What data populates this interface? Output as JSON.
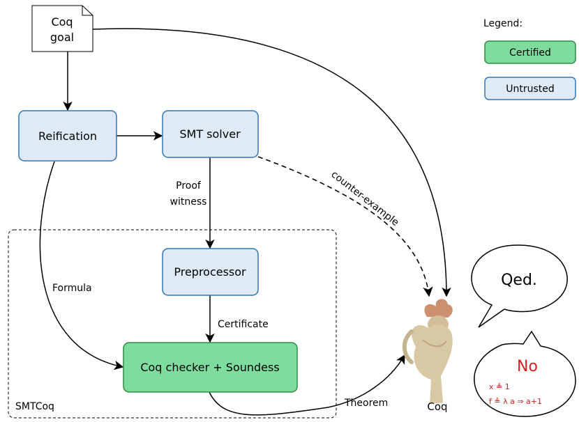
{
  "colors": {
    "untrusted_fill": "#deebf7",
    "untrusted_stroke": "#2e75b6",
    "certified_fill": "#7fdc9f",
    "certified_stroke": "#2f8a46",
    "no_red": "#d31f1f"
  },
  "goal": {
    "line1": "Coq",
    "line2": "goal"
  },
  "nodes": {
    "reification": "Reification",
    "smt_solver": "SMT solver",
    "preprocessor": "Preprocessor",
    "checker": "Coq checker + Soundess"
  },
  "edge_labels": {
    "proof_witness_1": "Proof",
    "proof_witness_2": "witness",
    "counter_example": "counter-example",
    "formula": "Formula",
    "certificate": "Certificate",
    "theorem": "Theorem"
  },
  "region_label": "SMTCoq",
  "coq_label": "Coq",
  "bubbles": {
    "qed": "Qed.",
    "no": "No",
    "no_line1": "x ≜ 1",
    "no_line2": "f ≜ λ a ⇒ a+1"
  },
  "legend": {
    "title": "Legend:",
    "certified": "Certified",
    "untrusted": "Untrusted"
  }
}
